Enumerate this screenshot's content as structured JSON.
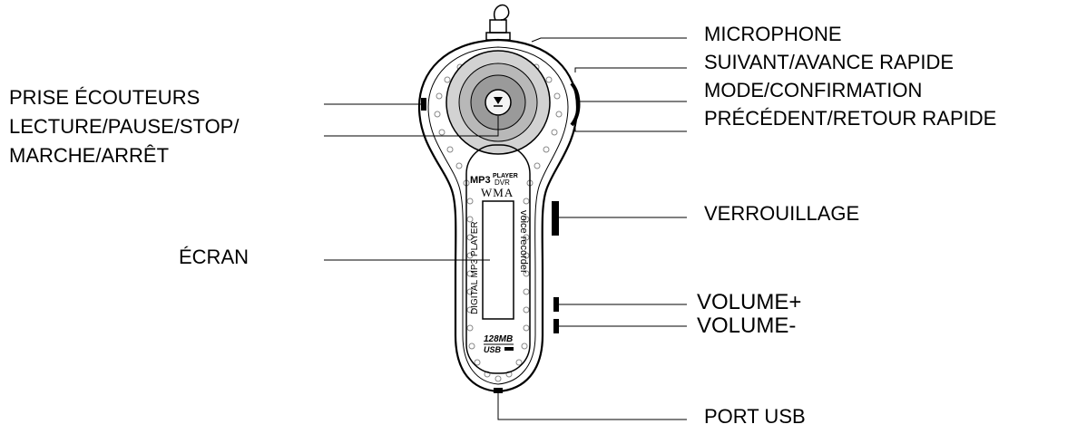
{
  "labels": {
    "headphone_jack": "PRISE ÉCOUTEURS",
    "play_pause_line1": "LECTURE/PAUSE/STOP/",
    "play_pause_line2": "MARCHE/ARRÊT",
    "screen": "ÉCRAN",
    "microphone": "MICROPHONE",
    "next": "SUIVANT/AVANCE RAPIDE",
    "mode": "MODE/CONFIRMATION",
    "previous": "PRÉCÉDENT/RETOUR RAPIDE",
    "lock": "VERROUILLAGE",
    "volume_up": "VOLUME+",
    "volume_down": "VOLUME-",
    "usb_port": "PORT USB"
  },
  "device_text": {
    "logo_mp3": "MP3",
    "logo_player": "PLAYER",
    "logo_dvr": "DVR",
    "logo_wma": "WMA",
    "side_left": "DIGITAL MP3 PLAYER",
    "side_right": "voice recorder",
    "capacity": "128MB",
    "usb": "USB"
  }
}
